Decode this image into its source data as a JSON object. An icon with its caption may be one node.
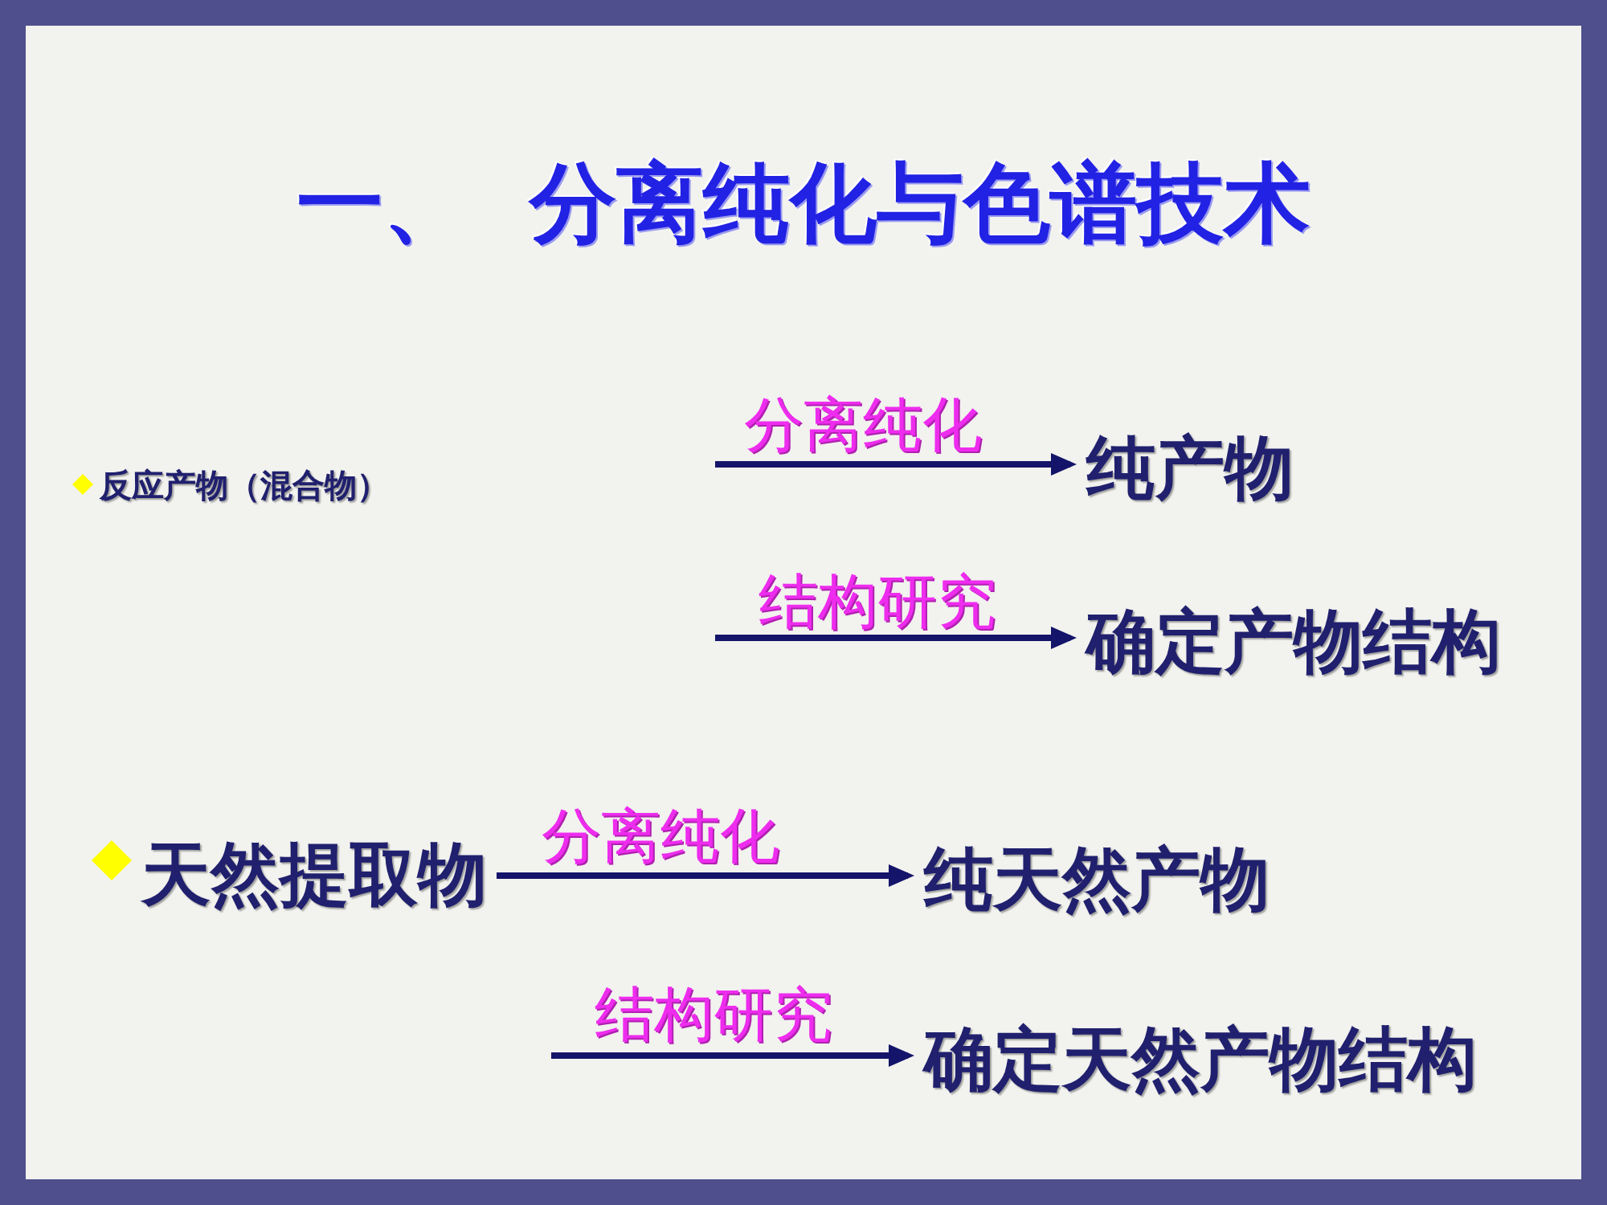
{
  "diagram": {
    "title": "一、 分离纯化与色谱技术",
    "nodes": [
      {
        "text": [
          "反应产物（混合物）"
        ]
      },
      {
        "text": [
          "纯产物"
        ]
      },
      {
        "text": [
          "确定产物结构"
        ]
      },
      {
        "text": [
          "天然提取物"
        ]
      },
      {
        "text": [
          "纯天然产物"
        ]
      },
      {
        "text": [
          "确定天然产物结构"
        ]
      }
    ],
    "edges": [
      {
        "from": null,
        "to": 1,
        "arrow": "to",
        "label": "分离纯化"
      },
      {
        "from": null,
        "to": 2,
        "arrow": "to",
        "label": "结构研究"
      },
      {
        "from": 3,
        "to": 4,
        "arrow": "to",
        "label": "分离纯化"
      },
      {
        "from": null,
        "to": 5,
        "arrow": "to",
        "label": "结构研究"
      }
    ]
  }
}
